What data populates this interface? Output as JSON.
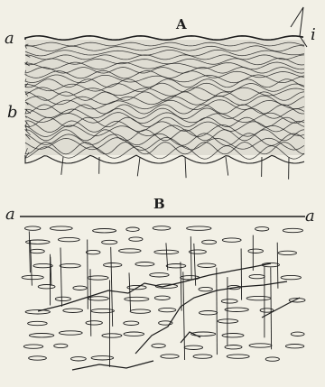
{
  "panel_a": {
    "title": "A",
    "left_label": "a",
    "right_label": "i",
    "side_label": "b"
  },
  "panel_b": {
    "title": "B",
    "left_label": "a",
    "right_label": "a"
  },
  "colors": {
    "paper": "#f2f0e6",
    "ink": "#1c1c1c",
    "shade": "#bdbab0"
  }
}
